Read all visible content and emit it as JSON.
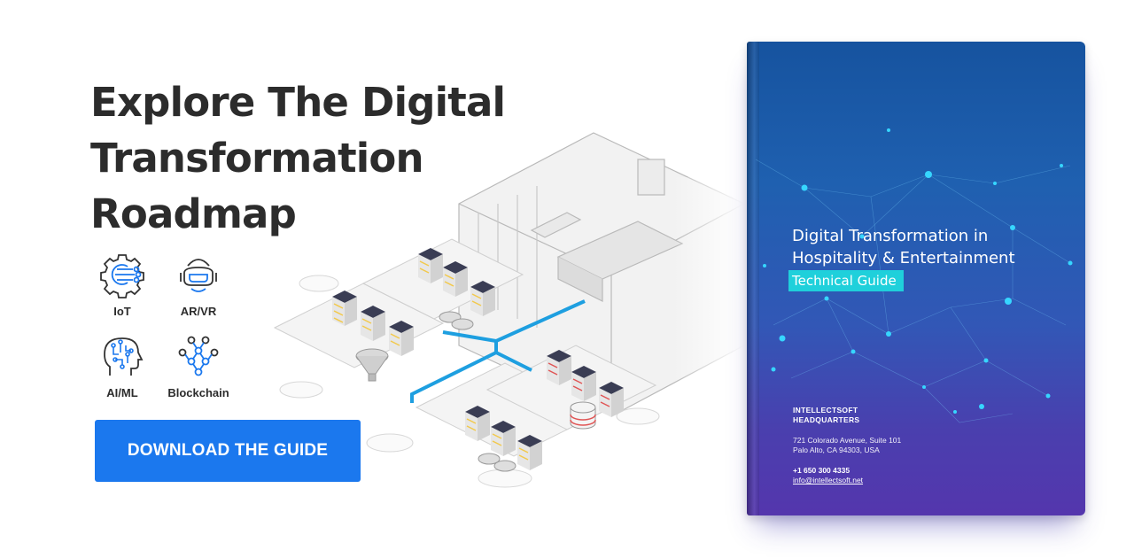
{
  "headline": {
    "line1": "Explore The Digital",
    "line2": "Transformation",
    "line3": "Roadmap"
  },
  "features": [
    {
      "label": "IoT",
      "icon": "iot-icon"
    },
    {
      "label": "AR/VR",
      "icon": "vr-headset-icon"
    },
    {
      "label": "AI/ML",
      "icon": "ai-head-icon"
    },
    {
      "label": "Blockchain",
      "icon": "blockchain-icon"
    }
  ],
  "cta": {
    "label": "DOWNLOAD THE GUIDE"
  },
  "book": {
    "title_line1": "Digital Transformation in",
    "title_line2": "Hospitality & Entertainment",
    "subtitle": "Technical Guide",
    "company_line1": "INTELLECTSOFT",
    "company_line2": "HEADQUARTERS",
    "address_line1": "721 Colorado Avenue, Suite 101",
    "address_line2": "Palo Alto, CA 94303, USA",
    "phone": "+1 650 300 4335",
    "email": "info@intellectsoft.net"
  },
  "colors": {
    "heading": "#2c2c2c",
    "button": "#1b78ee",
    "icon_blue": "#1b78ee",
    "book_top": "#16539f",
    "book_bottom": "#5436ad",
    "accent_cyan": "#1fd0db",
    "pipe": "#1e9fe0"
  }
}
